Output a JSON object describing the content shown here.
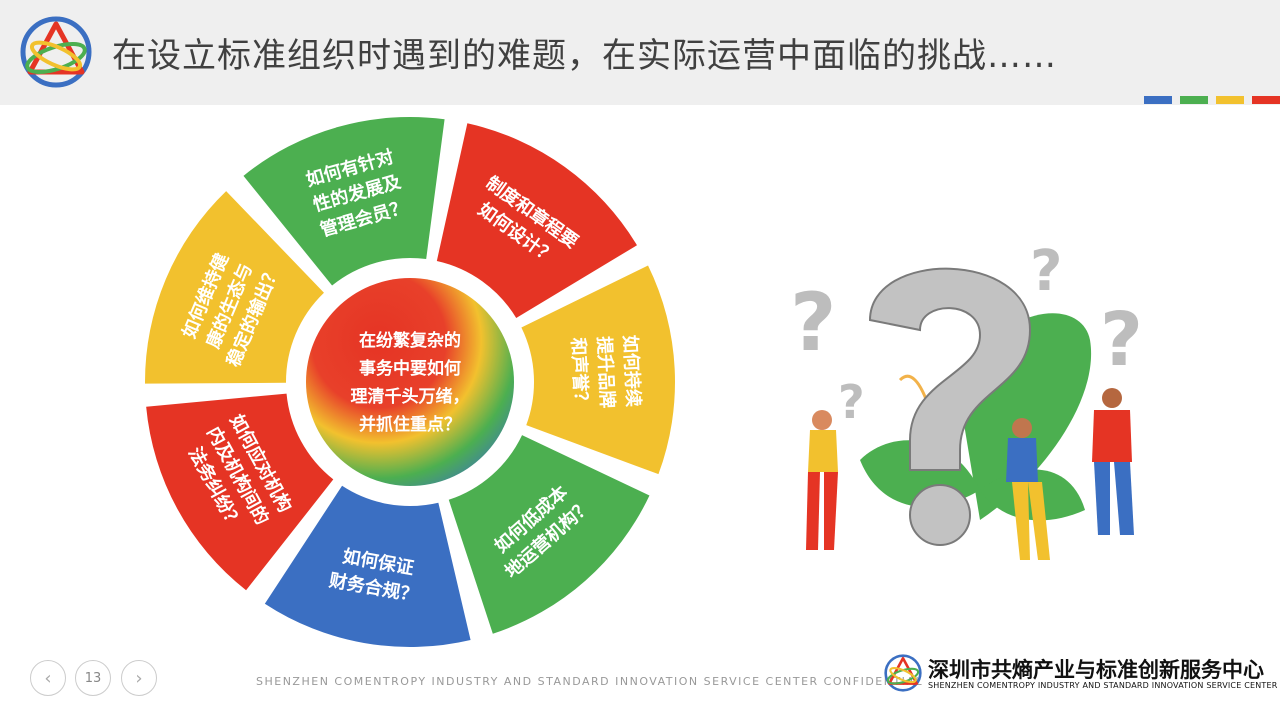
{
  "header": {
    "title": "在设立标准组织时遇到的难题，在实际运营中面临的挑战……"
  },
  "accent_colors": [
    "#3b6fc2",
    "#4caf50",
    "#f2c12e",
    "#e53424"
  ],
  "wheel": {
    "center": [
      "在纷繁复杂的",
      "事务中要如何",
      "理清千头万绪，",
      "并抓住重点？"
    ],
    "segments": [
      {
        "id": "bylaws",
        "color": "#e53424",
        "lines": [
          "制度和章程要",
          "如何设计？"
        ]
      },
      {
        "id": "brand",
        "color": "#f2c12e",
        "lines": [
          "如何持续",
          "提升品牌",
          "和声誉？"
        ]
      },
      {
        "id": "lowcost",
        "color": "#4caf50",
        "lines": [
          "如何低成本",
          "地运营机构？"
        ]
      },
      {
        "id": "finance",
        "color": "#3b6fc2",
        "lines": [
          "如何保证",
          "财务合规？"
        ]
      },
      {
        "id": "legal",
        "color": "#e53424",
        "lines": [
          "如何应对机构",
          "内及机构间的",
          "法务纠纷？"
        ]
      },
      {
        "id": "ecosystem",
        "color": "#f2c12e",
        "lines": [
          "如何维持健",
          "康的生态与",
          "稳定的输出？"
        ]
      },
      {
        "id": "members",
        "color": "#4caf50",
        "lines": [
          "如何有针对",
          "性的发展及",
          "管理会员？"
        ]
      }
    ]
  },
  "footer": {
    "prev_icon": "chevron-left-icon",
    "next_icon": "chevron-right-icon",
    "prev_glyph": "‹",
    "next_glyph": "›",
    "page_number": "13",
    "confidential": "SHENZHEN COMENTROPY INDUSTRY AND STANDARD INNOVATION SERVICE CENTER CONFIDENTIAL",
    "org_name": "深圳市共熵产业与标准创新服务中心",
    "org_name_en": "SHENZHEN COMENTROPY INDUSTRY AND STANDARD INNOVATION SERVICE CENTER"
  }
}
